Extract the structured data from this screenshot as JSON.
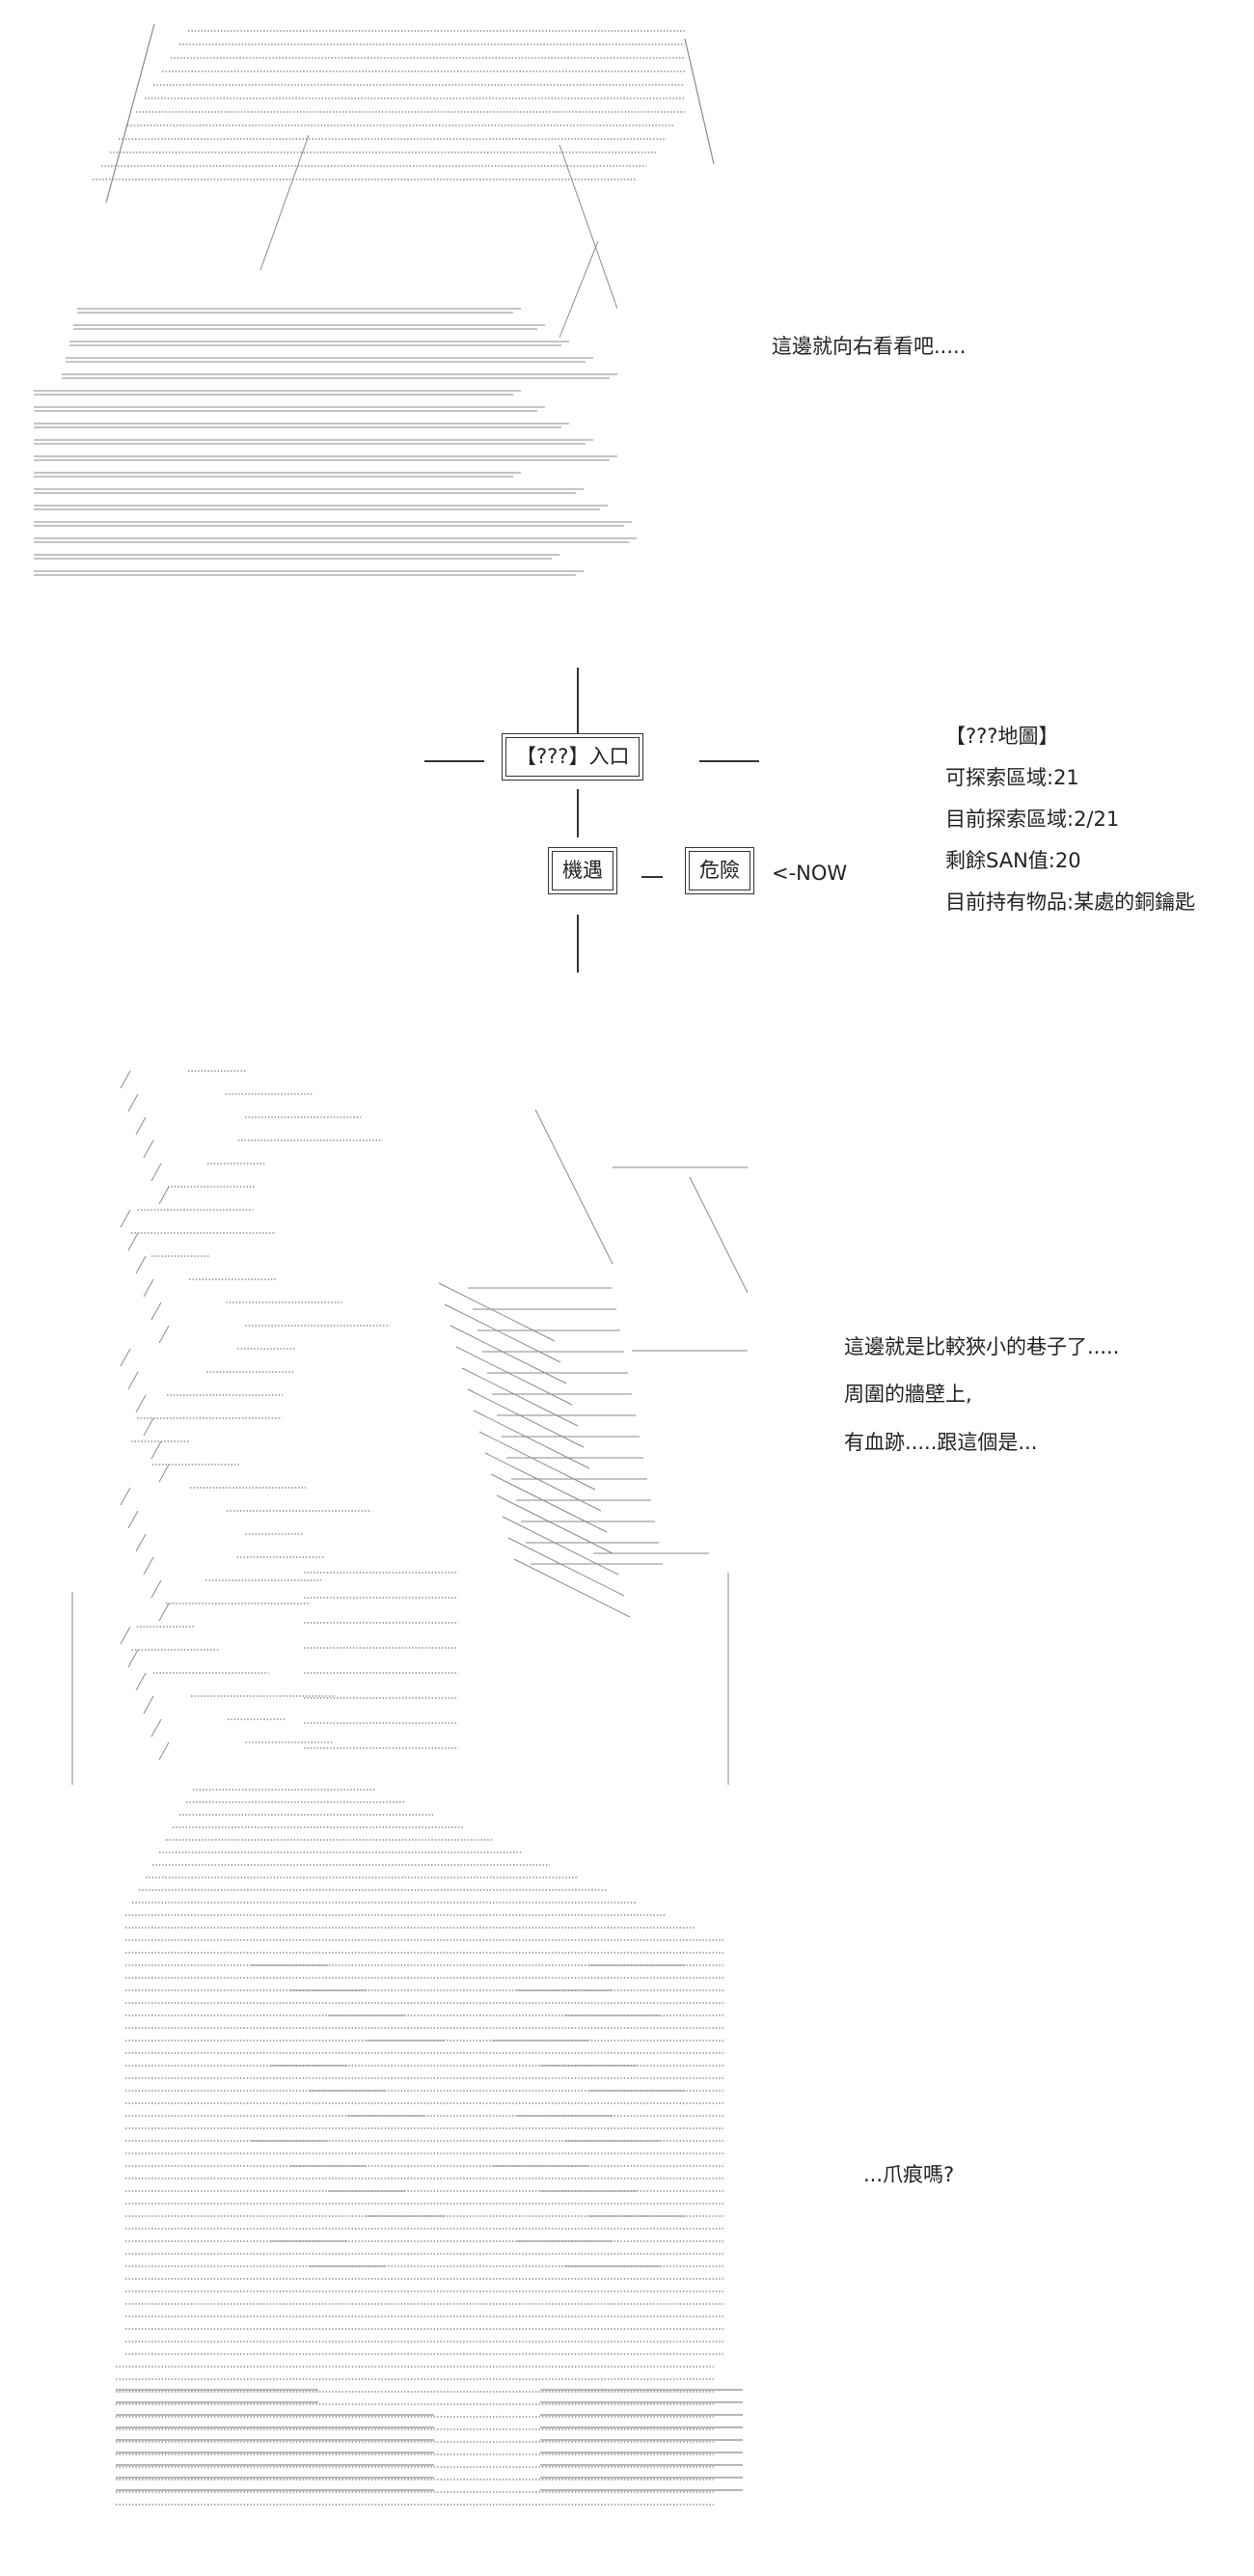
{
  "panels": [
    {
      "art_icon": "character-at-counter-ascii-art",
      "caption_lines": [
        "這邊就向右看看吧....."
      ]
    },
    {
      "art_icon": "girl-with-claw-marks-ascii-art",
      "caption_lines": [
        "這邊就是比較狹小的巷子了.....",
        "周圍的牆壁上,",
        "有血跡.....跟這個是..."
      ]
    },
    {
      "art_icon": "claw-marks-on-wall-ascii-art",
      "caption_lines": [
        "...爪痕嗎?"
      ]
    }
  ],
  "map": {
    "entrance_label": "【???】入口",
    "chance_label": "機遇",
    "danger_label": "危險",
    "current_marker": "<-NOW",
    "line_glyph": "—"
  },
  "status": {
    "title": "【???地圖】",
    "explorable": "可探索區域:21",
    "explored": "目前探索區域:2/21",
    "san": "剩餘SAN值:20",
    "item": "目前持有物品:某處的銅鑰匙"
  },
  "colors": {
    "ink": "#222222",
    "art_stroke": "#8a8a8a",
    "background": "#ffffff"
  }
}
